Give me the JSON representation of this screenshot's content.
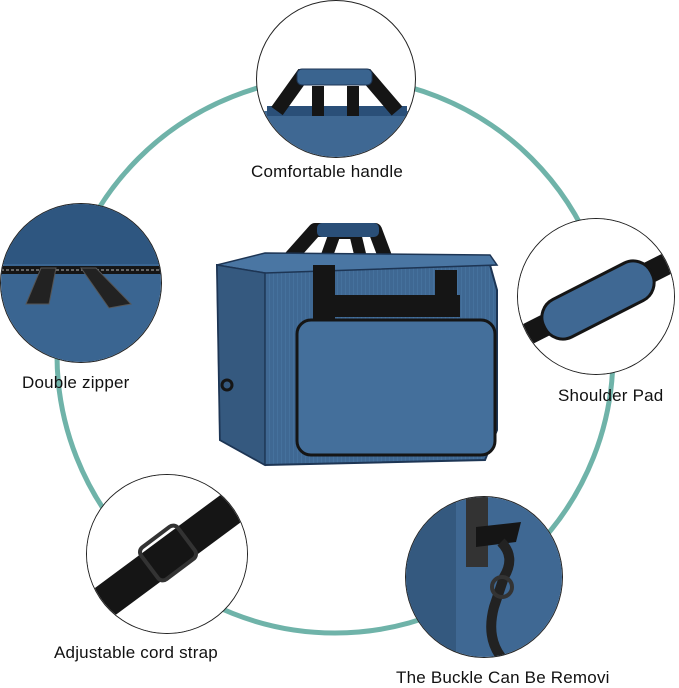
{
  "captions": {
    "handle": "Comfortable handle",
    "zipper": "Double zipper",
    "pad": "Shoulder Pad",
    "strap": "Adjustable cord strap",
    "buckle": "The Buckle Can Be Removi"
  },
  "colors": {
    "ring": "#6fb3a9",
    "bag_blue": "#3f6893",
    "bag_dark": "#2a4f78",
    "strap_black": "#151515"
  },
  "icons": {
    "bag": "duffel-bag-image",
    "handle": "handle-closeup",
    "zipper": "zipper-closeup",
    "pad": "shoulder-pad-closeup",
    "strap": "strap-buckle-closeup",
    "buckle": "clip-buckle-closeup"
  }
}
